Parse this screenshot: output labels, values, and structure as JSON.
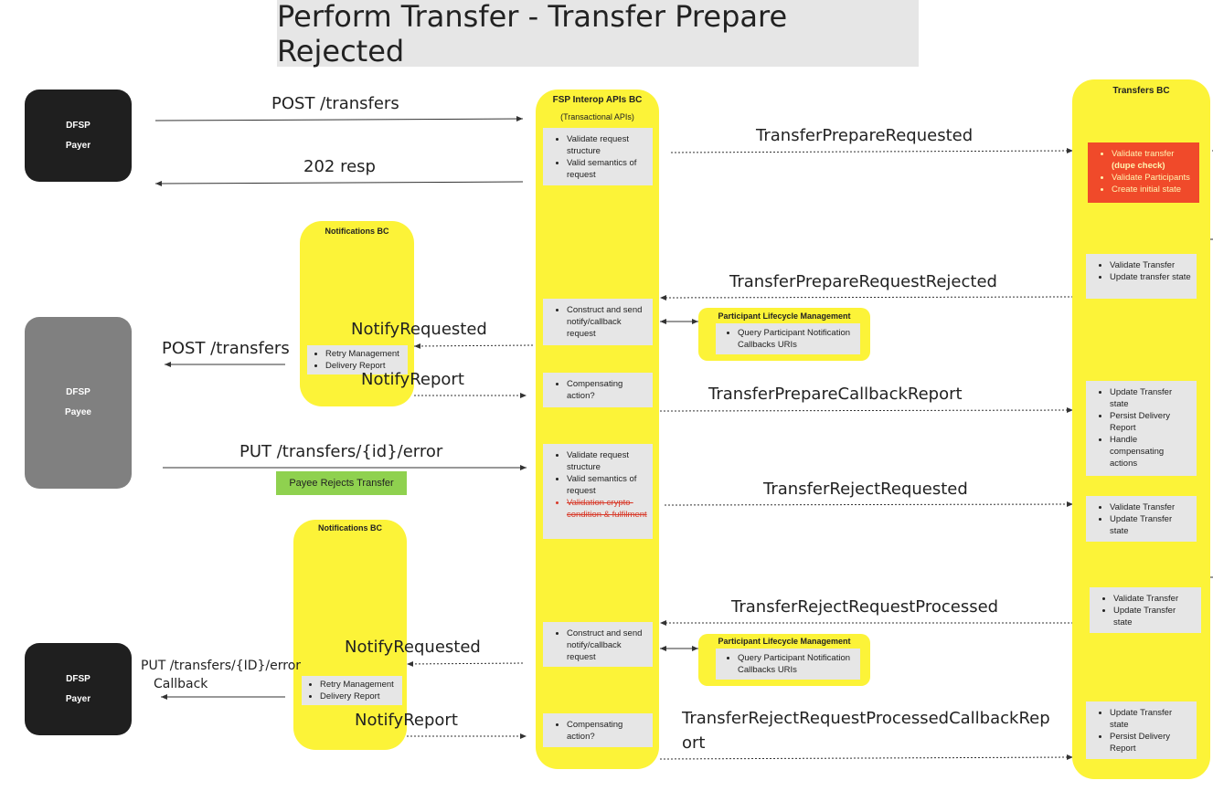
{
  "title": "Perform Transfer - Transfer Prepare Rejected",
  "actors": {
    "payer": {
      "line1": "DFSP",
      "line2": "Payer"
    },
    "payee": {
      "line1": "DFSP",
      "line2": "Payee"
    },
    "payer2": {
      "line1": "DFSP",
      "line2": "Payer"
    }
  },
  "fsp_lane": {
    "title": "FSP Interop APIs BC",
    "subtitle": "(Transactional APIs)",
    "cards": [
      {
        "items": [
          "Validate request structure",
          "Valid semantics of request"
        ]
      },
      {
        "items": [
          "Construct and send notify/callback request"
        ]
      },
      {
        "items": [
          "Compensating action?"
        ]
      },
      {
        "items": [
          "Validate request structure",
          "Valid semantics of request"
        ],
        "struck": "Validation crypto-condition & fulfilment"
      },
      {
        "items": [
          "Construct and send notify/callback request"
        ]
      },
      {
        "items": [
          "Compensating action?"
        ]
      }
    ]
  },
  "transfers_lane": {
    "title": "Transfers BC",
    "cards": [
      {
        "items": [
          "Validate transfer",
          "Validate Participants",
          "Create initial state"
        ],
        "bold_note": "(dupe check)"
      },
      {
        "items": [
          "Validate Transfer",
          "Update transfer state"
        ]
      },
      {
        "items": [
          "Update Transfer state",
          "Persist Delivery Report",
          "Handle compensating actions"
        ]
      },
      {
        "items": [
          "Validate Transfer",
          "Update Transfer state"
        ]
      },
      {
        "items": [
          "Validate Transfer",
          "Update Transfer state"
        ]
      },
      {
        "items": [
          "Update Transfer state",
          "Persist Delivery Report"
        ]
      }
    ]
  },
  "notifications": {
    "top": {
      "title": "Notifications BC",
      "items": [
        "Retry Management",
        "Delivery Report"
      ]
    },
    "bottom": {
      "title": "Notifications BC",
      "items": [
        "Retry Management",
        "Delivery Report"
      ]
    }
  },
  "plm": {
    "top": {
      "title": "Participant Lifecycle Management",
      "items": [
        "Query Participant Notification Callbacks URIs"
      ]
    },
    "bottom": {
      "title": "Participant Lifecycle Management",
      "items": [
        "Query Participant Notification Callbacks URIs"
      ]
    }
  },
  "green_note": "Payee Rejects Transfer",
  "messages": {
    "post_transfers": "POST /transfers",
    "resp_202": "202 resp",
    "transfer_prepare_requested": "TransferPrepareRequested",
    "transfer_prepare_request_rejected": "TransferPrepareRequestRejected",
    "notify_requested_1": "NotifyRequested",
    "post_transfers_payee": "POST /transfers",
    "notify_report_1": "NotifyReport",
    "transfer_prepare_callback_report": "TransferPrepareCallbackReport",
    "put_error": "PUT /transfers/{id}/error",
    "transfer_reject_requested": "TransferRejectRequested",
    "transfer_reject_request_processed": "TransferRejectRequestProcessed",
    "notify_requested_2": "NotifyRequested",
    "put_error_callback_line1": "PUT /transfers/{ID}/error",
    "put_error_callback_line2": "Callback",
    "notify_report_2": "NotifyReport",
    "processed_callback_report_line1": "TransferRejectRequestProcessedCallbackRep",
    "processed_callback_report_line2": "ort"
  }
}
